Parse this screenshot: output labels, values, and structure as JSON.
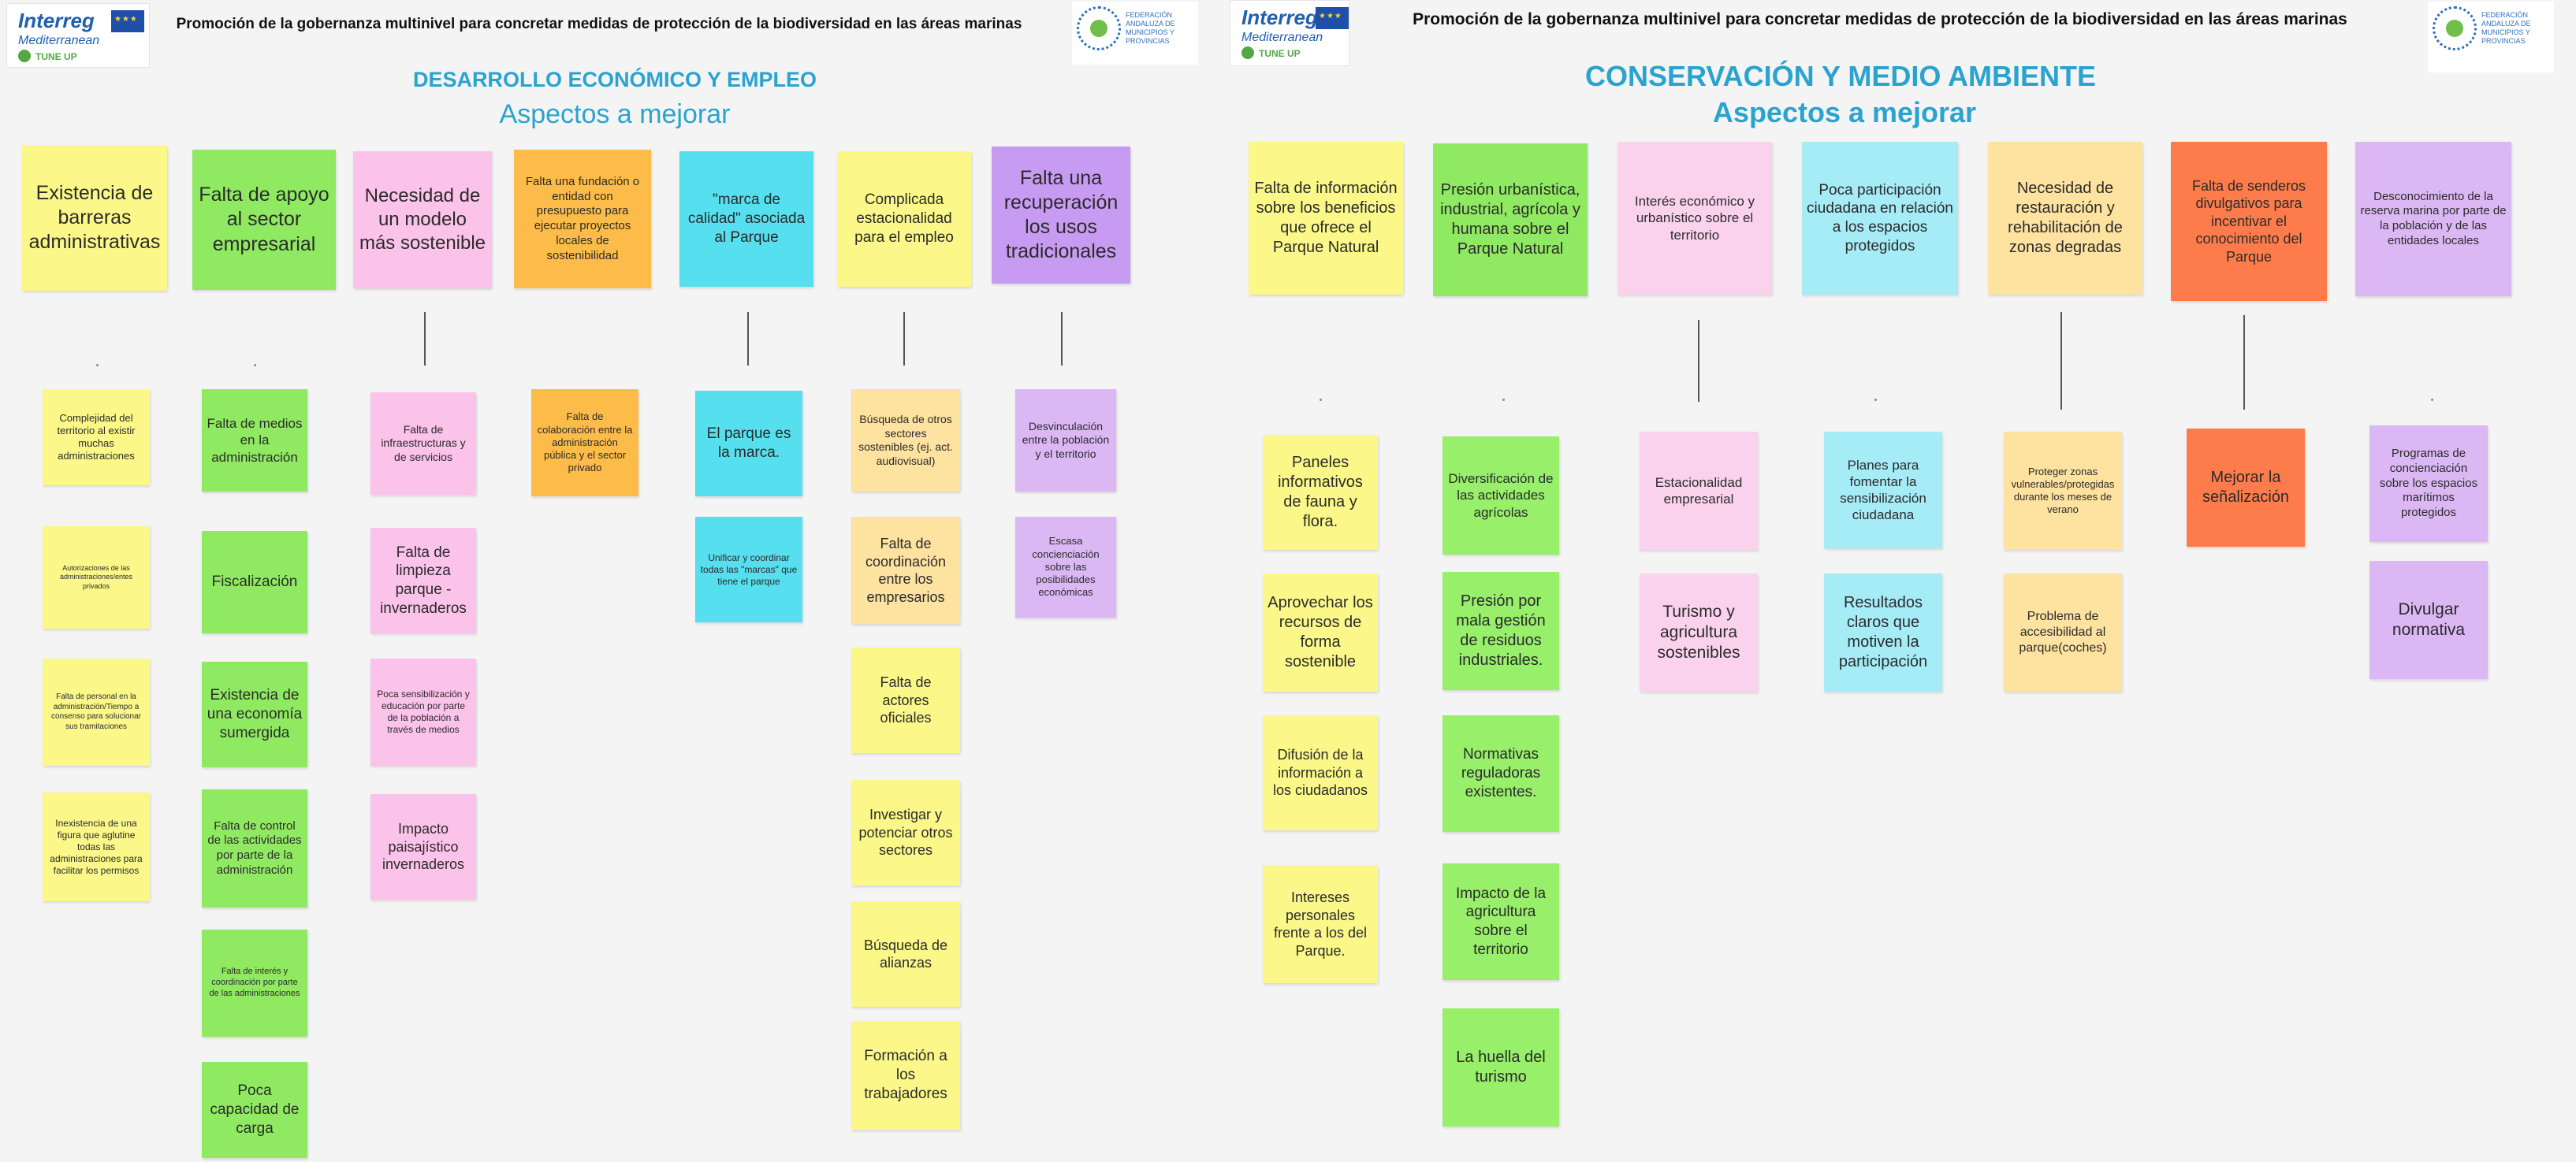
{
  "left_board": {
    "header_title": "Promoción de la gobernanza multinivel para concretar medidas de protección de la biodiversidad en las áreas marinas",
    "section_title": "DESARROLLO ECONÓMICO Y EMPLEO",
    "section_subtitle": "Aspectos a mejorar",
    "logos": {
      "interreg": "Interreg",
      "mediterranean": "Mediterranean",
      "tuneup": "TUNE UP",
      "fem": "FEDERACIÓN ANDALUZA DE MUNICIPIOS Y PROVINCIAS"
    },
    "top_notes": [
      "Existencia de barreras administrativas",
      "Falta de apoyo al sector empresarial",
      "Necesidad de un modelo más sostenible",
      "Falta una fundación o entidad con presupuesto para ejecutar proyectos locales de sostenibilidad",
      "\"marca de calidad\" asociada al Parque",
      "Complicada estacionalidad para el empleo",
      "Falta una recuperación los usos tradicionales"
    ],
    "col1": [
      "Complejidad del territorio al existir muchas administraciones",
      "Autorizaciones de las administraciones/entes privados",
      "Falta de personal en la administración/Tiempo a consenso para solucionar sus tramitaciones",
      "Inexistencia de una figura que aglutine todas las administraciones para facilitar los permisos"
    ],
    "col2": [
      "Falta de medios en la administración",
      "Fiscalización",
      "Existencia de una economía sumergida",
      "Falta de control de las actividades por parte de la administración",
      "Falta de interés y coordinación por parte de las administraciones",
      "Poca capacidad de carga"
    ],
    "col3": [
      "Falta de infraestructuras y de servicios",
      "Falta de limpieza parque - invernaderos",
      "Poca sensibilización y educación por parte de la población a través de medios",
      "Impacto paisajístico invernaderos"
    ],
    "col4": [
      "Falta de colaboración entre la administración pública y el sector privado"
    ],
    "col5": [
      "El parque es la marca.",
      "Unificar y coordinar todas las \"marcas\" que tiene el parque"
    ],
    "col6": [
      "Búsqueda de otros sectores sostenibles (ej. act. audiovisual)",
      "Falta de coordinación entre los empresarios",
      "Falta de actores oficiales",
      "Investigar y potenciar otros sectores",
      "Búsqueda de alianzas",
      "Formación a los trabajadores"
    ],
    "col7": [
      "Desvinculación entre la población y el territorio",
      "Escasa concienciación sobre las posibilidades económicas"
    ]
  },
  "right_board": {
    "header_title": "Promoción de la gobernanza multinivel para concretar medidas de protección de la biodiversidad en las áreas marinas",
    "section_title": "CONSERVACIÓN Y MEDIO AMBIENTE",
    "section_subtitle": "Aspectos a mejorar",
    "logos": {
      "interreg": "Interreg",
      "mediterranean": "Mediterranean",
      "tuneup": "TUNE UP",
      "fem": "FEDERACIÓN ANDALUZA DE MUNICIPIOS Y PROVINCIAS"
    },
    "top_notes": [
      "Falta de información sobre los beneficios que ofrece el Parque Natural",
      "Presión urbanística, industrial, agrícola y humana sobre el Parque Natural",
      "Interés económico y urbanístico sobre el territorio",
      "Poca participación ciudadana en relación a los espacios protegidos",
      "Necesidad de restauración y rehabilitación de zonas degradas",
      "Falta de senderos divulgativos para incentivar el conocimiento del Parque",
      "Desconocimiento de la reserva marina por parte de la población y de las entidades locales"
    ],
    "col1": [
      "Paneles informativos de fauna y flora.",
      "Aprovechar los recursos de forma sostenible",
      "Difusión de la información a los ciudadanos",
      "Intereses personales frente a los del Parque."
    ],
    "col2": [
      "Diversificación de las actividades agrícolas",
      "Presión por mala gestión de residuos industriales.",
      "Normativas reguladoras existentes.",
      "Impacto de la agricultura sobre el territorio",
      "La huella del turismo"
    ],
    "col3": [
      "Estacionalidad empresarial",
      "Turismo y agricultura sostenibles"
    ],
    "col4": [
      "Planes para fomentar la sensibilización ciudadana",
      "Resultados claros que motiven la participación"
    ],
    "col5": [
      "Proteger zonas vulnerables/protegidas durante los meses de verano",
      "Problema de accesibilidad al parque(coches)"
    ],
    "col6": [
      "Mejorar la señalización"
    ],
    "col7": [
      "Programas de concienciación sobre los espacios marítimos protegidos",
      "Divulgar normativa"
    ]
  }
}
